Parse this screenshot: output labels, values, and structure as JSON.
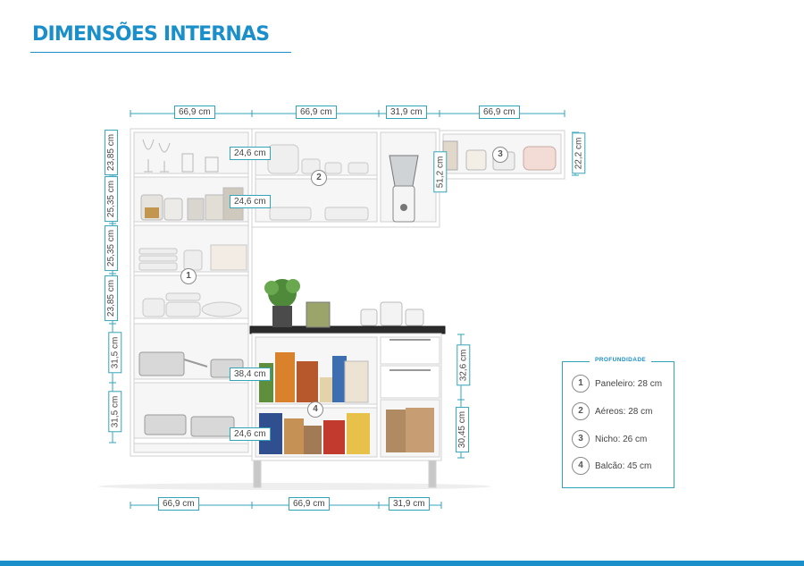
{
  "title": "DIMENSÕES INTERNAS",
  "dimensions_top": [
    "66,9 cm",
    "66,9 cm",
    "31,9 cm",
    "66,9 cm"
  ],
  "dimensions_bottom": [
    "66,9 cm",
    "66,9 cm",
    "31,9 cm"
  ],
  "dimensions_left": [
    "23,85 cm",
    "25,35 cm",
    "25,35 cm",
    "23,85 cm",
    "31,5 cm",
    "31,5 cm"
  ],
  "dimensions_inner": {
    "upper_1": "24,6 cm",
    "upper_2": "24,6 cm",
    "aereo_height": "51,2 cm",
    "nicho_height": "22,2 cm",
    "balcao_shelf": "38,4 cm",
    "balcao_lower": "24,6 cm",
    "drawer_height": "32,6 cm",
    "door_height": "30,45 cm"
  },
  "markers": [
    "1",
    "2",
    "3",
    "4"
  ],
  "legend": {
    "title": "PROFUNDIDADE",
    "items": [
      {
        "num": "1",
        "text": "Paneleiro: 28 cm"
      },
      {
        "num": "2",
        "text": "Aéreos: 28 cm"
      },
      {
        "num": "3",
        "text": "Nicho: 26 cm"
      },
      {
        "num": "4",
        "text": "Balcão: 45 cm"
      }
    ]
  }
}
